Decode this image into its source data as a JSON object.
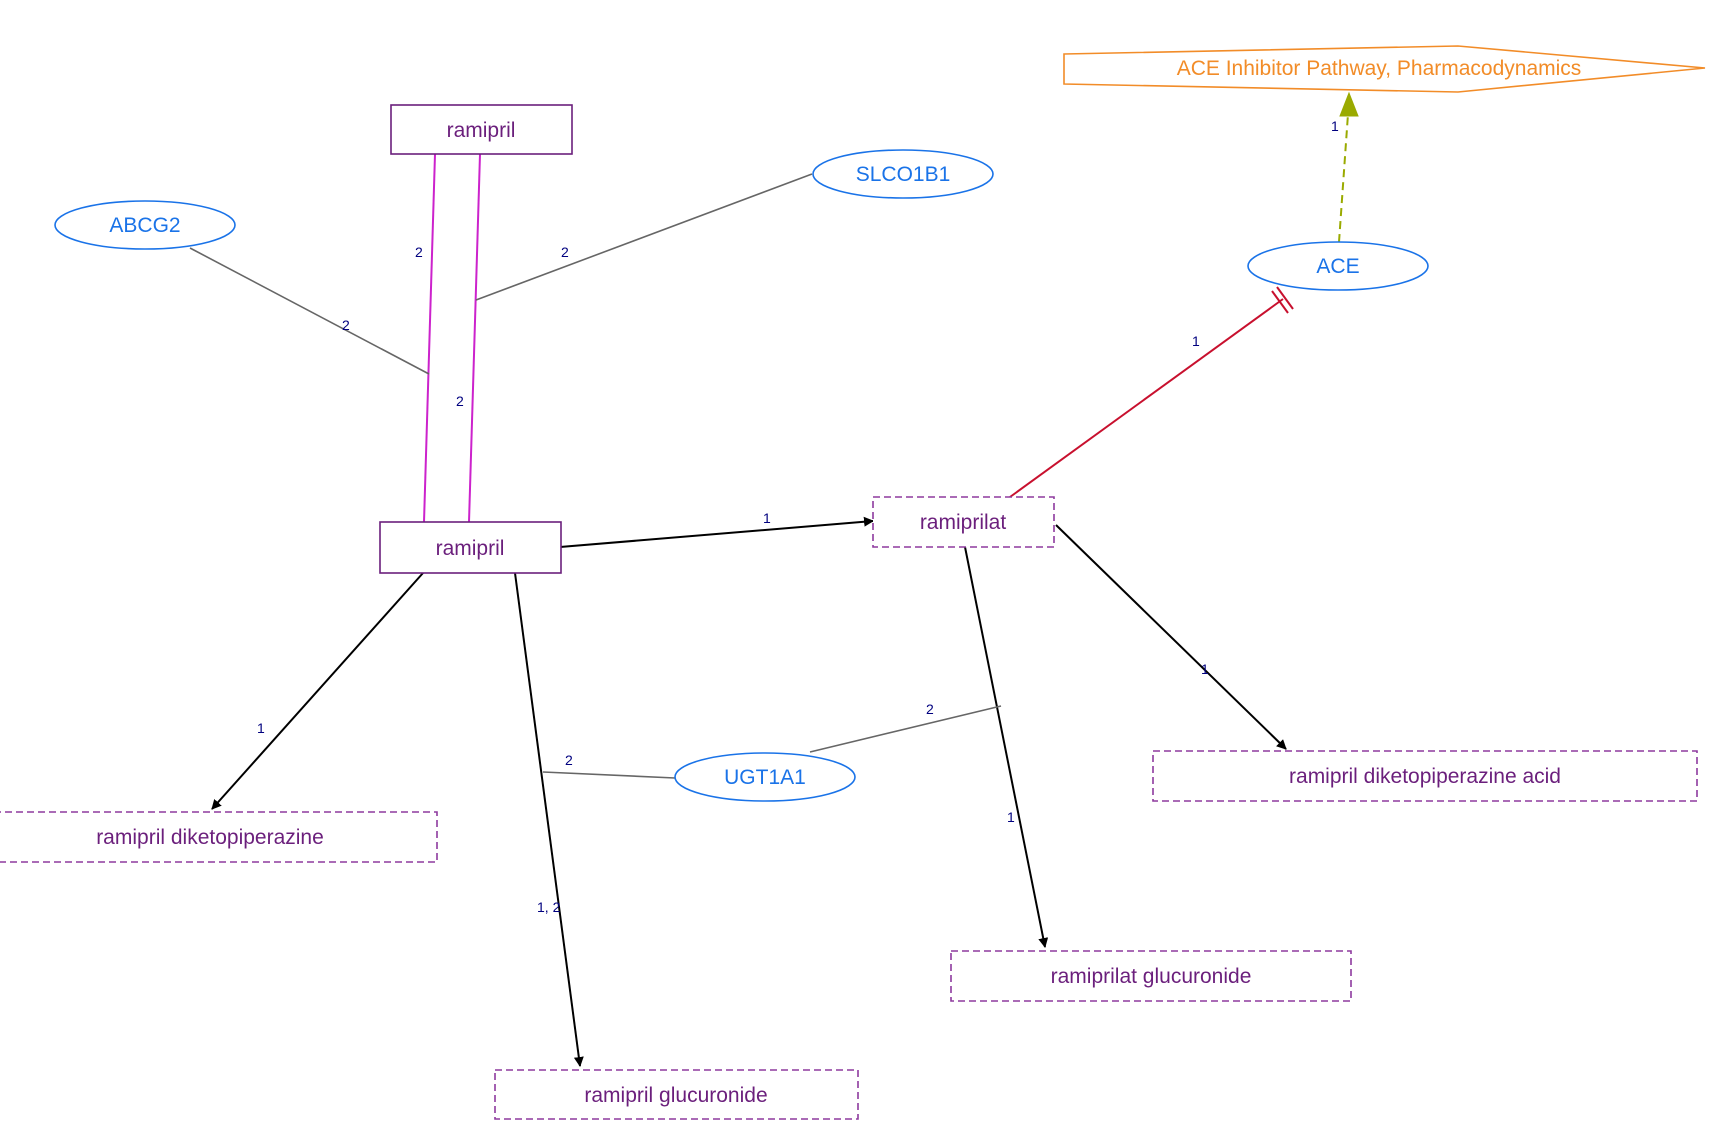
{
  "colors": {
    "chemical": "#6b1f7c",
    "chemical_dashed": "#8e3a9e",
    "gene": "#1a73e8",
    "pathway": "#f28c28",
    "transport_edge": "#cc22cc",
    "association_edge": "#666666",
    "conversion_edge": "#000000",
    "inhibition_edge": "#c8102e",
    "pathway_edge": "#9aaa00",
    "edge_label": "#00007f"
  },
  "nodes": {
    "ramipril_top": {
      "label": "ramipril"
    },
    "ramipril_main": {
      "label": "ramipril"
    },
    "ramiprilat": {
      "label": "ramiprilat"
    },
    "abcg2": {
      "label": "ABCG2"
    },
    "slco1b1": {
      "label": "SLCO1B1"
    },
    "ace": {
      "label": "ACE"
    },
    "ugt1a1": {
      "label": "UGT1A1"
    },
    "pathway": {
      "label": "ACE Inhibitor Pathway, Pharmacodynamics"
    },
    "ramipril_dkp": {
      "label": "ramipril diketopiperazine"
    },
    "ramipril_dkp_acid": {
      "label": "ramipril diketopiperazine acid"
    },
    "ramiprilat_glucuronide": {
      "label": "ramiprilat glucuronide"
    },
    "ramipril_glucuronide": {
      "label": "ramipril glucuronide"
    }
  },
  "edge_labels": {
    "transport_left": "2",
    "transport_right": "2",
    "abcg2_assoc": "2",
    "slco1b1_assoc": "2",
    "to_ramiprilat": "1",
    "to_dkp": "1",
    "to_glucuronide": "1, 2",
    "ugt_left": "2",
    "ugt_right": "2",
    "to_dkp_acid": "1",
    "to_ramiprilat_glucuronide": "1",
    "ace_inhibition": "1",
    "to_pathway": "1"
  }
}
